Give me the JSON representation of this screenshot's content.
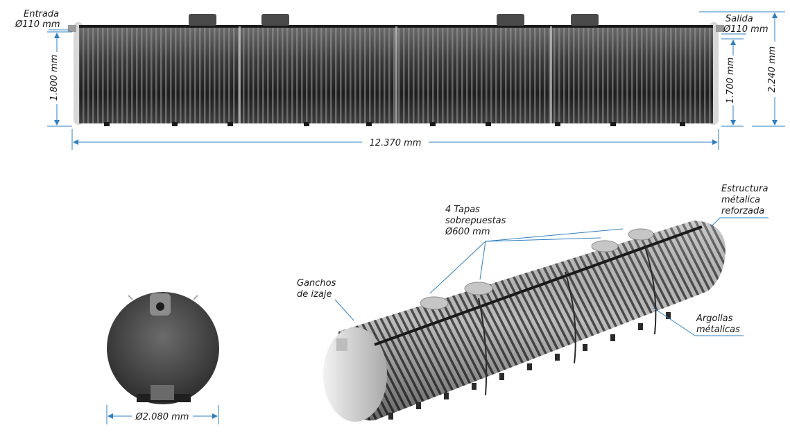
{
  "top_view": {
    "inlet_label": [
      "Entrada",
      "Ø110 mm"
    ],
    "outlet_label": [
      "Salida",
      "Ø110 mm"
    ],
    "left_height": "1.800 mm",
    "right_height_inner": "1.700 mm",
    "right_height_total": "2.240 mm",
    "length": "12.370 mm"
  },
  "end_view": {
    "diameter": "Ø2.080 mm"
  },
  "perspective_view": {
    "lifting_hooks": [
      "Ganchos",
      "de izaje"
    ],
    "covers": [
      "4 Tapas",
      "sobrepuestas",
      "Ø600 mm"
    ],
    "structure": [
      "Estructura",
      "métalica",
      "reforzada"
    ],
    "rings": [
      "Argollas",
      "métalicas"
    ]
  },
  "colors": {
    "dimension_line": "#2f7fc1",
    "tank_dark": "#2b2b2b",
    "tank_light": "#d9d9d9"
  }
}
